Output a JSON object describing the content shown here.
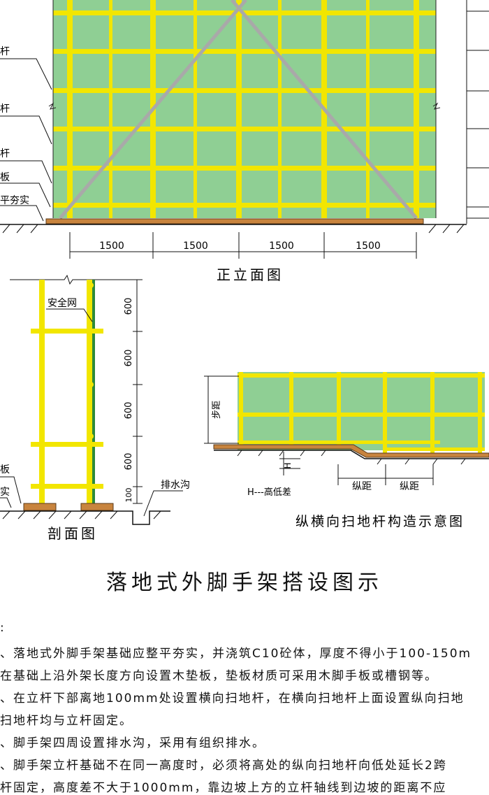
{
  "front_view": {
    "caption": "正立面图",
    "left_labels": [
      "杆",
      "杆",
      "杆",
      "板",
      "平夯实"
    ],
    "spacings": [
      "1500",
      "1500",
      "1500",
      "1500"
    ]
  },
  "section_view": {
    "caption": "剖面图",
    "net_label": "安全网",
    "drain_label": "排水沟",
    "left_labels": [
      "板",
      "实"
    ],
    "dims": [
      "600",
      "600",
      "600",
      "600",
      "100"
    ]
  },
  "sweep_view": {
    "caption": "纵横向扫地杆构造示意图",
    "step_label": "步距",
    "h_label": "H",
    "h_note": "H---高低差",
    "span_labels": [
      "纵距",
      "纵距"
    ]
  },
  "main_title": "落地式外脚手架搭设图示",
  "notes": {
    "header": ":",
    "lines": [
      "、落地式外脚手架基础应整平夯实，并浇筑C10砼体，厚度不得小于100-150m",
      "  在基础上沿外架长度方向设置木垫板，垫板材质可采用木脚手板或槽钢等。",
      "、在立杆下部离地100mm处设置横向扫地杆，在横向扫地杆上面设置纵向扫地",
      "  扫地杆均与立杆固定。",
      "、脚手架四周设置排水沟，采用有组织排水。",
      "、脚手架立杆基础不在同一高度时，必须将高处的纵向扫地杆向低处延长2跨",
      "  杆固定，高度差不大于1000mm，靠边坡上方的立杆轴线到边坡的距离不应"
    ]
  },
  "colors": {
    "pole": "#f2e600",
    "net": "#8fcf94",
    "brace": "#a9a9a9",
    "board": "#c8843e",
    "net_strip": "#2e8b3a"
  }
}
